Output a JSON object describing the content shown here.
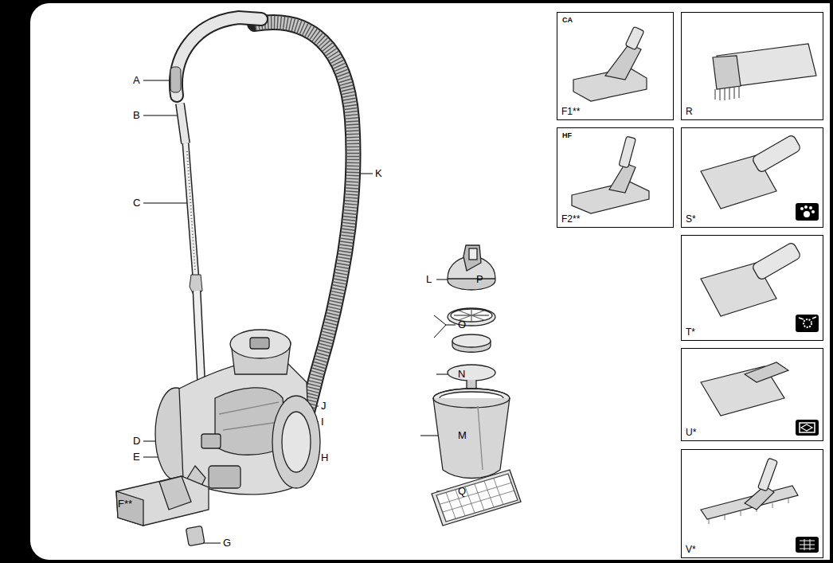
{
  "diagram": {
    "nodes": [
      {
        "text": [
          "CA",
          "F1**"
        ]
      },
      {
        "text": [
          "R"
        ]
      },
      {
        "text": [
          "HF",
          "F2**"
        ]
      },
      {
        "text": [
          "S*"
        ]
      },
      {
        "text": [
          "T*"
        ]
      },
      {
        "text": [
          "U*"
        ]
      },
      {
        "text": [
          "V*"
        ]
      }
    ],
    "labels": [
      "A",
      "B",
      "K",
      "C",
      "L",
      "P",
      "O",
      "N",
      "J",
      "I",
      "D",
      "E",
      "H",
      "M",
      "Q",
      "F**",
      "G"
    ]
  }
}
